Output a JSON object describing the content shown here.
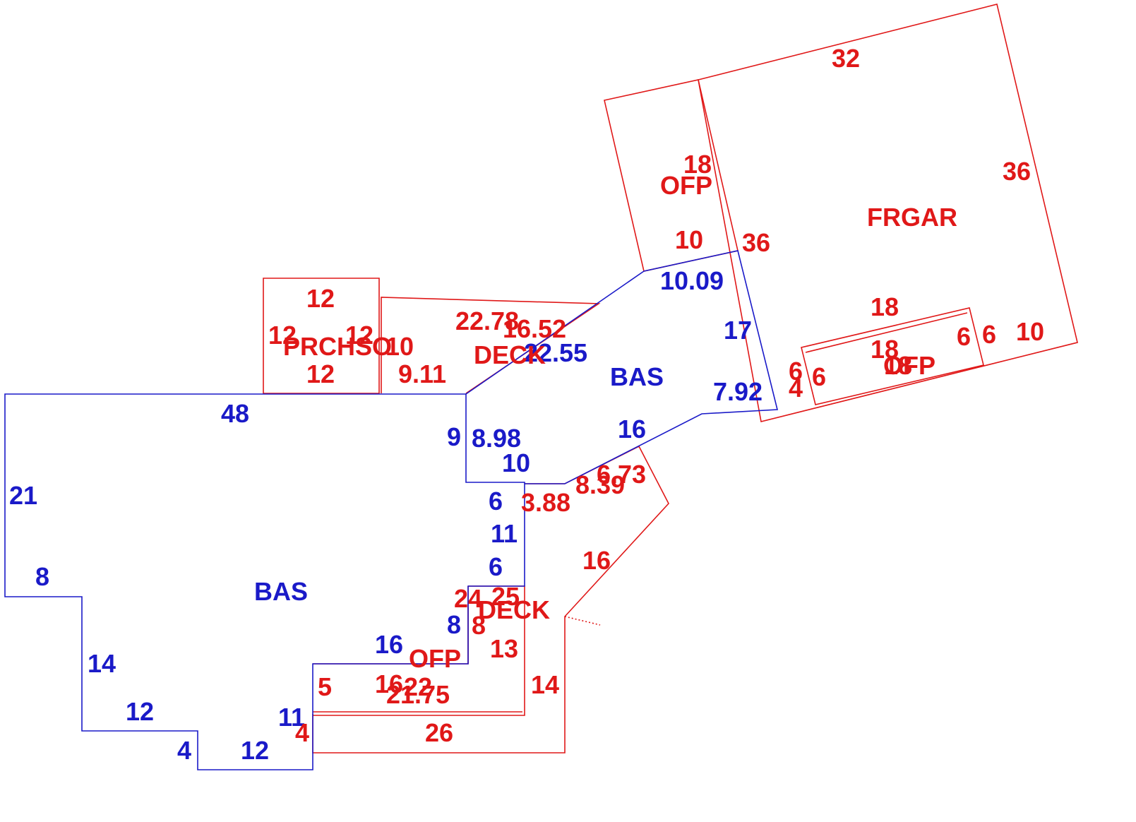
{
  "colors": {
    "bas": "#1a1ac8",
    "addition": "#e01818",
    "background": "#ffffff"
  },
  "areas": {
    "main_bas": {
      "label": "BAS",
      "dims": {
        "top": "48",
        "left_upper": "21",
        "left_step": "8",
        "left_lower": "14",
        "bottom_step1": "12",
        "bottom_step_rise": "4",
        "bottom": "12",
        "right_low": "11",
        "inner_ofp_top": "16",
        "inner_ofp_side": "8",
        "inner_deck_side": "6",
        "inner_mid": "11",
        "inner_step": "6"
      }
    },
    "wing_bas": {
      "label": "BAS",
      "dims": {
        "left_vert": "9",
        "diag_left": "8.98",
        "bottom_left": "10",
        "diag_top": "22.55",
        "top": "10.09",
        "right": "17",
        "right_low": "7.92",
        "diag_bottom": "16"
      }
    },
    "prch": {
      "label": "PRCHSO",
      "dims": {
        "top": "12",
        "left": "12",
        "right": "12",
        "bottom": "12"
      }
    },
    "deck_upper": {
      "label": "DECK",
      "dims": {
        "right_num": "10",
        "top": "22.78",
        "diag": "16.52",
        "bottom": "9.11"
      }
    },
    "ofp_top": {
      "label": "OFP",
      "dims": {
        "side": "18",
        "bottom": "10"
      }
    },
    "frgar": {
      "label": "FRGAR",
      "dims": {
        "top": "32",
        "right": "36",
        "left": "36",
        "bottom_right": "10"
      }
    },
    "ofp_right": {
      "label": "OFP",
      "dims": {
        "top": "18",
        "mid": "18",
        "overlap": "18",
        "right_inner": "6",
        "right_outer": "6",
        "left_outer": "6",
        "left_inner": "6",
        "left_small": "4"
      }
    },
    "deck_lower_right": {
      "dims": {
        "top_right": "6.73",
        "diag": "8.39",
        "bottom": "3.88",
        "right_side": "16",
        "low_side": "14"
      }
    },
    "deck_lower": {
      "label": "DECK",
      "dims": {
        "a": "24",
        "b": "25",
        "c": "8",
        "d": "13"
      }
    },
    "ofp_bottom": {
      "label": "OFP",
      "dims": {
        "side": "5",
        "a": "16",
        "b": "22",
        "c": "21.75"
      }
    },
    "bottom_strip": {
      "dims": {
        "left": "4",
        "bottom": "26"
      }
    }
  }
}
